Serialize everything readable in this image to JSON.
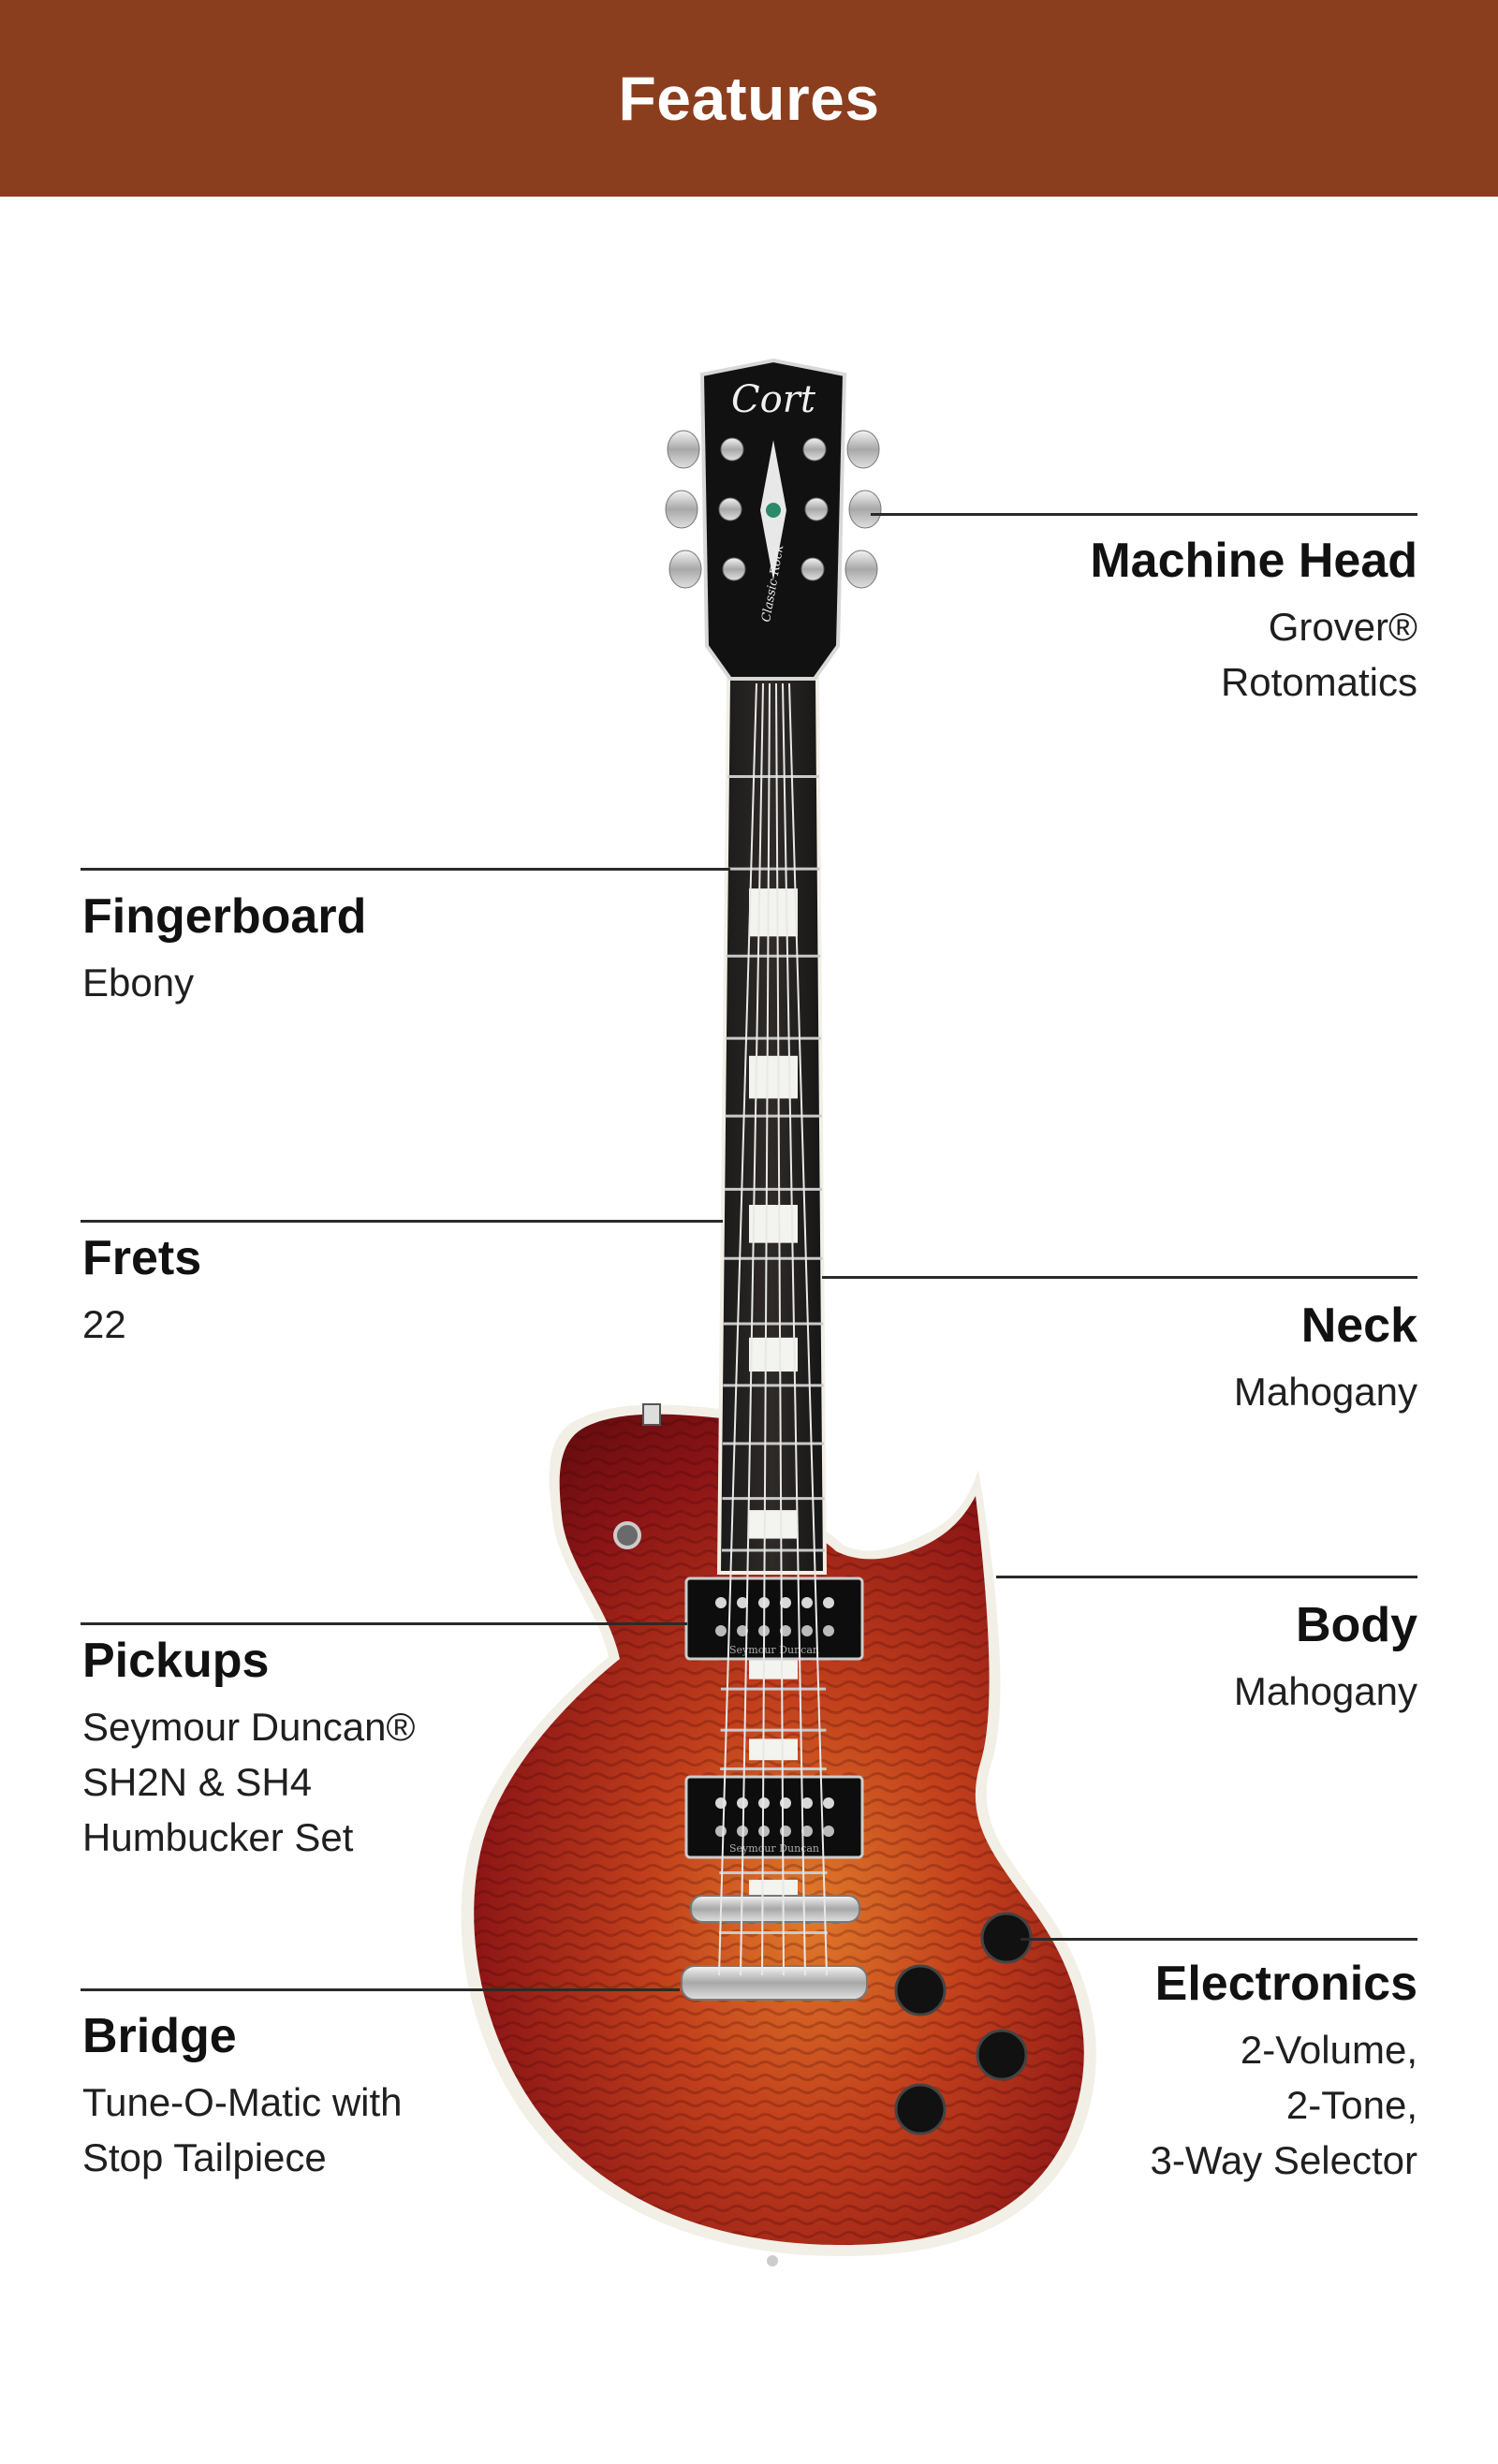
{
  "header": {
    "title": "Features"
  },
  "features": {
    "machine_head": {
      "title": "Machine Head",
      "value": "Grover®\nRotomatics"
    },
    "fingerboard": {
      "title": "Fingerboard",
      "value": "Ebony"
    },
    "frets": {
      "title": "Frets",
      "value": "22"
    },
    "neck": {
      "title": "Neck",
      "value": "Mahogany"
    },
    "body": {
      "title": "Body",
      "value": "Mahogany"
    },
    "pickups": {
      "title": "Pickups",
      "value": "Seymour Duncan®\nSH2N & SH4\nHumbucker Set"
    },
    "bridge": {
      "title": "Bridge",
      "value": "Tune-O-Matic with\nStop Tailpiece"
    },
    "electronics": {
      "title": "Electronics",
      "value": "2-Volume,\n2-Tone,\n3-Way Selector"
    }
  },
  "guitar": {
    "headstock_logo": "Cort",
    "truss_cover_text": "Classic Rock",
    "pickup_brand": "Seymour Duncan",
    "colors": {
      "header": "#8b3e1e",
      "body_light": "#e07a2a",
      "body_dark": "#6a0c10",
      "binding": "#f2efe6"
    }
  }
}
